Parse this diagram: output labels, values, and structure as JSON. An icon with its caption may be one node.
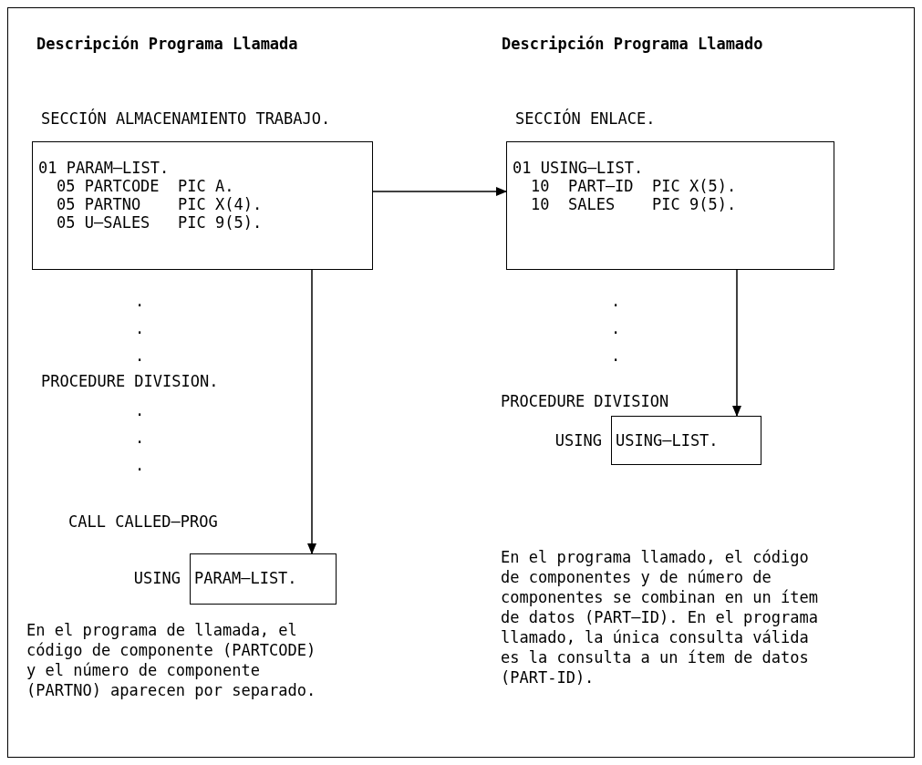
{
  "diagram": {
    "nodes": [
      {
        "text": [
          "01 PARAM—LIST.",
          "05 PARTCODE  PIC A.",
          "05 PARTNO    PIC X(4).",
          "05 U—SALES   PIC 9(5)."
        ]
      },
      {
        "text": [
          "01 USING—LIST.",
          "10  PART—ID  PIC X(5).",
          "10  SALES    PIC 9(5)."
        ]
      },
      {
        "text": [
          "PARAM—LIST."
        ],
        "beside": [
          "USING"
        ]
      },
      {
        "text": [
          "USING—LIST."
        ],
        "beside": [
          "USING"
        ]
      }
    ],
    "edges": [
      {
        "from": 0,
        "to": 1,
        "arrow": "to"
      },
      {
        "from": 0,
        "to": 2,
        "arrow": "to"
      },
      {
        "from": 1,
        "to": 3,
        "arrow": "to"
      }
    ],
    "labels": [
      "Descripción Programa Llamada",
      "Descripción Programa Llamado",
      "SECCIÓN ALMACENAMIENTO TRABAJO.",
      "SECCIÓN ENLACE.",
      ".",
      ".",
      ".",
      ".",
      ".",
      ".",
      "PROCEDURE DIVISION.",
      "PROCEDURE DIVISION",
      ".",
      ".",
      ".",
      "CALL CALLED—PROG",
      "En el programa llamado, el código de componentes y de número de componentes se combinan en un ítem de datos (PART—ID). En el programa llamado, la única consulta válida es la consulta a un ítem de datos (PART-ID).",
      "En el programa de llamada, el código de componente (PARTCODE) y el número de componente (PARTNO) aparecen por separado."
    ]
  }
}
